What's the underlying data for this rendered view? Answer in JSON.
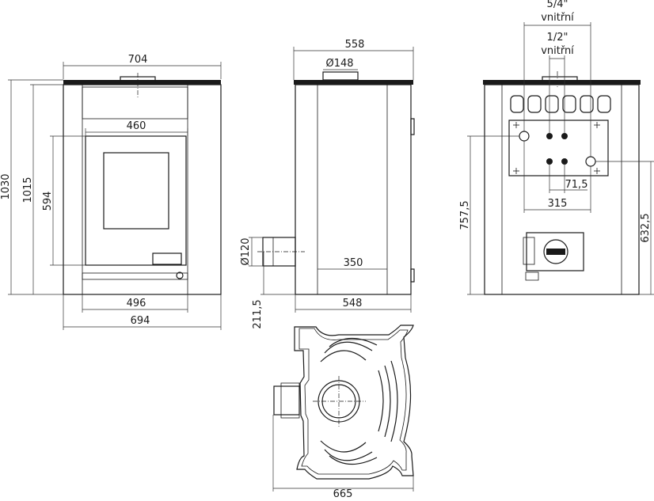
{
  "front_view": {
    "width_top": "704",
    "glass_width": "460",
    "height_total": "1030",
    "height_body": "1015",
    "glass_height": "594",
    "width_inner": "496",
    "width_base": "694"
  },
  "side_view": {
    "width_top": "558",
    "flue_diameter": "Ø148",
    "rear_flue_diameter": "Ø120",
    "rear_flue_height": "211,5",
    "depth_inner": "350",
    "width_base": "548"
  },
  "rear_view": {
    "connection_large": "5/4\"",
    "connection_large_note": "vnitřní",
    "connection_small": "1/2\"",
    "connection_small_note": "vnitřní",
    "spacing": "71,5",
    "plate_width": "315",
    "height_left": "757,5",
    "height_right": "632,5"
  },
  "top_view": {
    "width": "665"
  }
}
